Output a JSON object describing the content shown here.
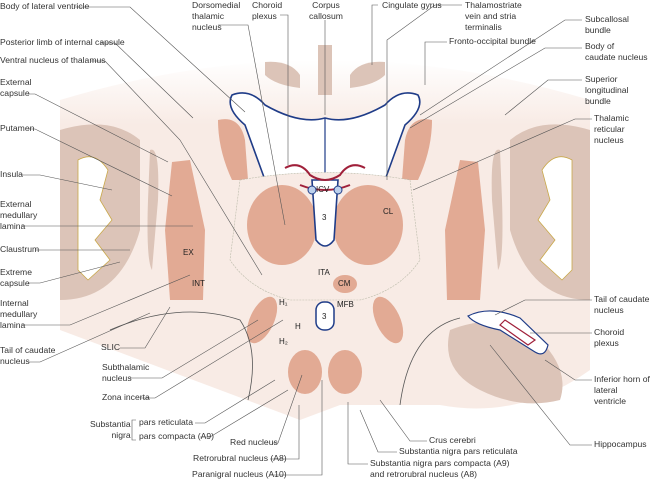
{
  "labels": {
    "body_lateral_ventricle": "Body of lateral ventricle",
    "posterior_limb": "Posterior limb of internal capsule",
    "ventral_nucleus": "Ventral nucleus of thalamus",
    "external_capsule": "External\ncapsule",
    "putamen": "Putamen",
    "insula": "Insula",
    "external_medullary_lamina": "External\nmedullary\nlamina",
    "claustrum": "Claustrum",
    "extreme_capsule": "Extreme\ncapsule",
    "internal_medullary_lamina": "Internal\nmedullary\nlamina",
    "tail_caudate_left": "Tail of caudate\nnucleus",
    "slic": "SLIC",
    "subthalamic": "Subthalamic\nnucleus",
    "zona_incerta": "Zona incerta",
    "substantia_nigra": "Substantia\nnigra",
    "pars_reticulata": "pars reticulata",
    "pars_compacta": "pars compacta (A9)",
    "red_nucleus": "Red nucleus",
    "retrorubral": "Retrorubral nucleus (A8)",
    "paranigral": "Paranigral nucleus (A10)",
    "dorsomedial": "Dorsomedial\nthalamic\nnucleus",
    "choroid_plexus_top": "Choroid\nplexus",
    "corpus_callosum": "Corpus\ncallosum",
    "cingulate": "Cingulate gyrus",
    "thalamostriate": "Thalamostriate\nvein and stria\nterminalis",
    "subcallosal": "Subcallosal bundle",
    "fronto_occipital": "Fronto-occipital bundle",
    "body_caudate": "Body of\ncaudate nucleus",
    "superior_longitudinal": "Superior longitudinal\nbundle",
    "thalamic_reticular": "Thalamic reticular\nnucleus",
    "tail_caudate_right": "Tail of caudate\nnucleus",
    "choroid_plexus_right": "Choroid plexus",
    "inferior_horn": "Inferior horn of\nlateral ventricle",
    "hippocampus": "Hippocampus",
    "crus_cerebri": "Crus cerebri",
    "snpr": "Substantia nigra pars reticulata",
    "snpc": "Substantia nigra pars compacta (A9)\nand retrorubral nucleus (A8)"
  },
  "inner": {
    "icv": "ICV",
    "third1": "3",
    "cl": "CL",
    "ex": "EX",
    "int": "INT",
    "ita": "ITA",
    "cm": "CM",
    "mfb": "MFB",
    "third2": "3",
    "h1": "H₁",
    "h": "H",
    "h2": "H₂"
  },
  "colors": {
    "background": "#f8ebe5",
    "grey_matter": "#dcc4b8",
    "nucleus": "#e2aa94",
    "ventricle_outline": "#1f3c88",
    "choroid": "#a0203a",
    "white_matter_line": "#c9a84a"
  }
}
